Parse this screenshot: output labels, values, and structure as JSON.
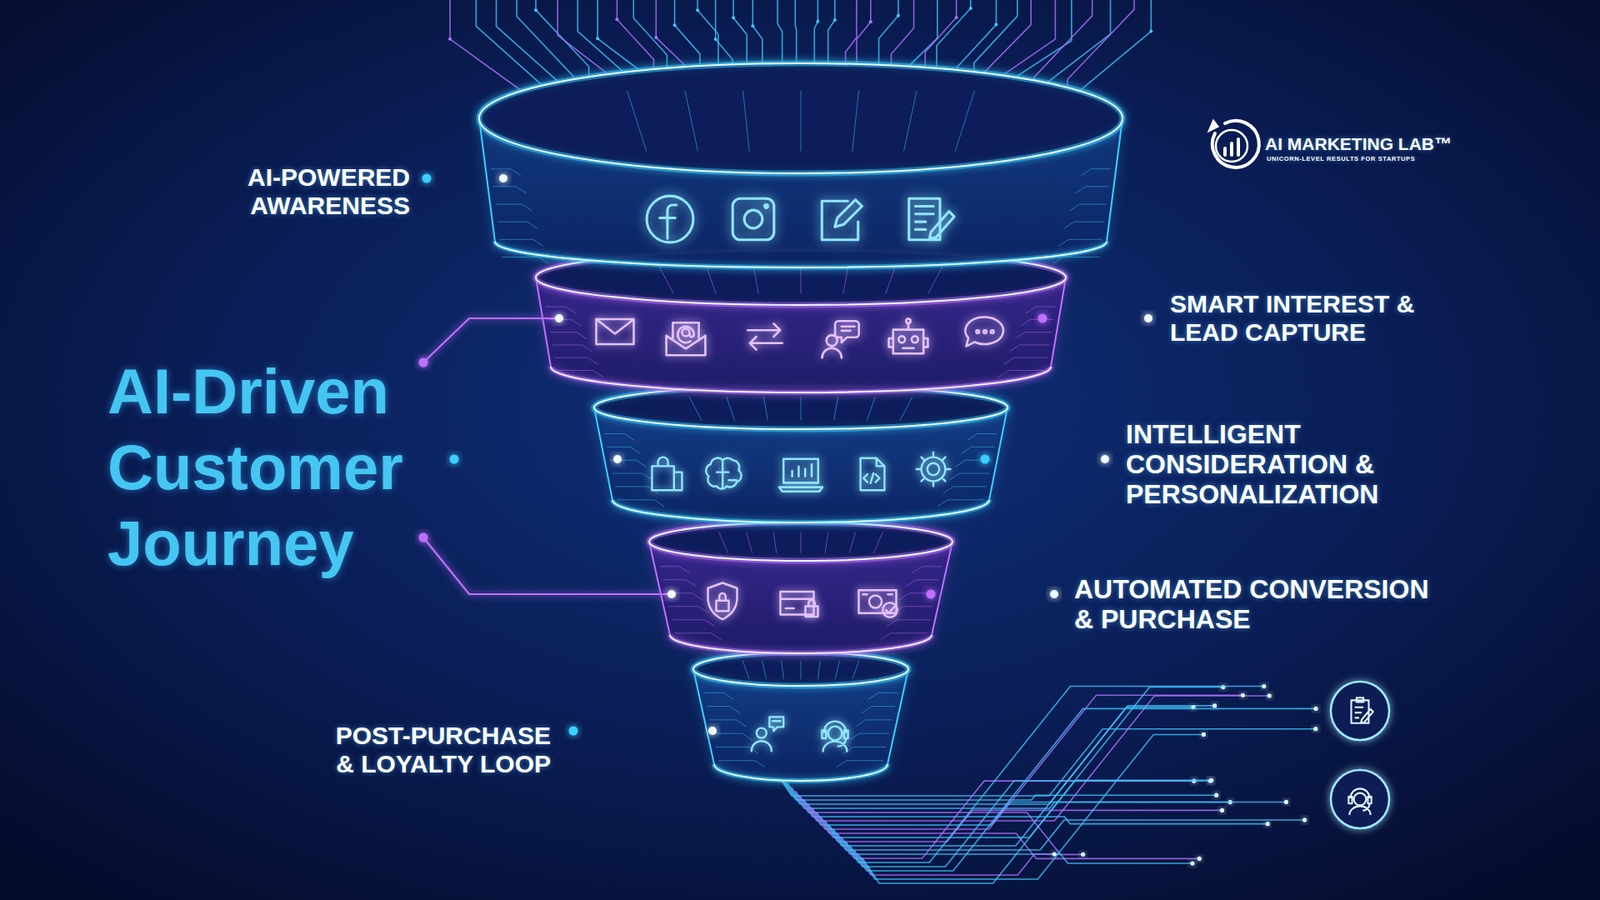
{
  "diagram": {
    "title": "AI-Driven Customer Journey",
    "labels": [
      "AI-POWERED AWARENESS",
      "SMART INTEREST & LEAD CAPTURE",
      "INTELLIGENT CONSIDERATION & PERSONALIZATION",
      "AUTOMATED CONVERSION & PURCHASE",
      "POST-PURCHASE & LOYALTY LOOP",
      "AI MARKETING LAB™",
      "UNICORN-LEVEL RESULTS FOR STARTUPS"
    ]
  }
}
